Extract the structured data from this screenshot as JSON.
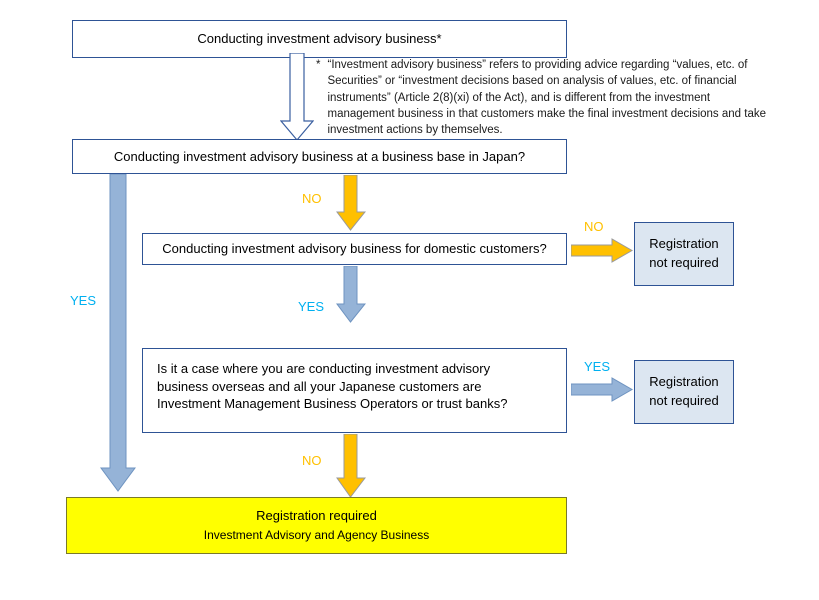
{
  "diagram": {
    "title": "Investment advisory business registration decision flowchart",
    "colors": {
      "yes_label": "#00B0F0",
      "no_label": "#FFC000",
      "yellow_arrow_fill": "#FFC000",
      "blue_arrow_fill": "#95B3D7",
      "box_border": "#2E5395",
      "terminal_fill": "#DCE6F1",
      "result_fill": "#FFFF00"
    },
    "nodes": {
      "start": {
        "label": "Conducting investment advisory business*"
      },
      "q_business_base": {
        "label": "Conducting investment advisory business at a business base in Japan?"
      },
      "q_domestic_customers": {
        "label": "Conducting investment advisory business for domestic customers?"
      },
      "q_overseas": {
        "line1": "Is it a case where you are conducting investment advisory",
        "line2": "business overseas and all your Japanese customers are",
        "line3": "Investment Management Business Operators or trust banks?"
      },
      "not_required_1": {
        "line1": "Registration",
        "line2": "not required"
      },
      "not_required_2": {
        "line1": "Registration",
        "line2": "not required"
      },
      "required": {
        "line1": "Registration required",
        "line2": "Investment Advisory and Agency Business"
      }
    },
    "footnote": {
      "marker": "*",
      "text": "“Investment advisory business” refers to providing advice regarding “values, etc. of Securities” or “investment decisions based on analysis of values, etc. of financial instruments” (Article 2(8)(xi) of the Act), and is different from the investment management business in that customers make the final investment decisions and take investment actions by themselves."
    },
    "branch_labels": {
      "base_yes": "YES",
      "base_no": "NO",
      "domestic_no": "NO",
      "domestic_yes": "YES",
      "overseas_yes": "YES",
      "overseas_no": "NO"
    }
  }
}
